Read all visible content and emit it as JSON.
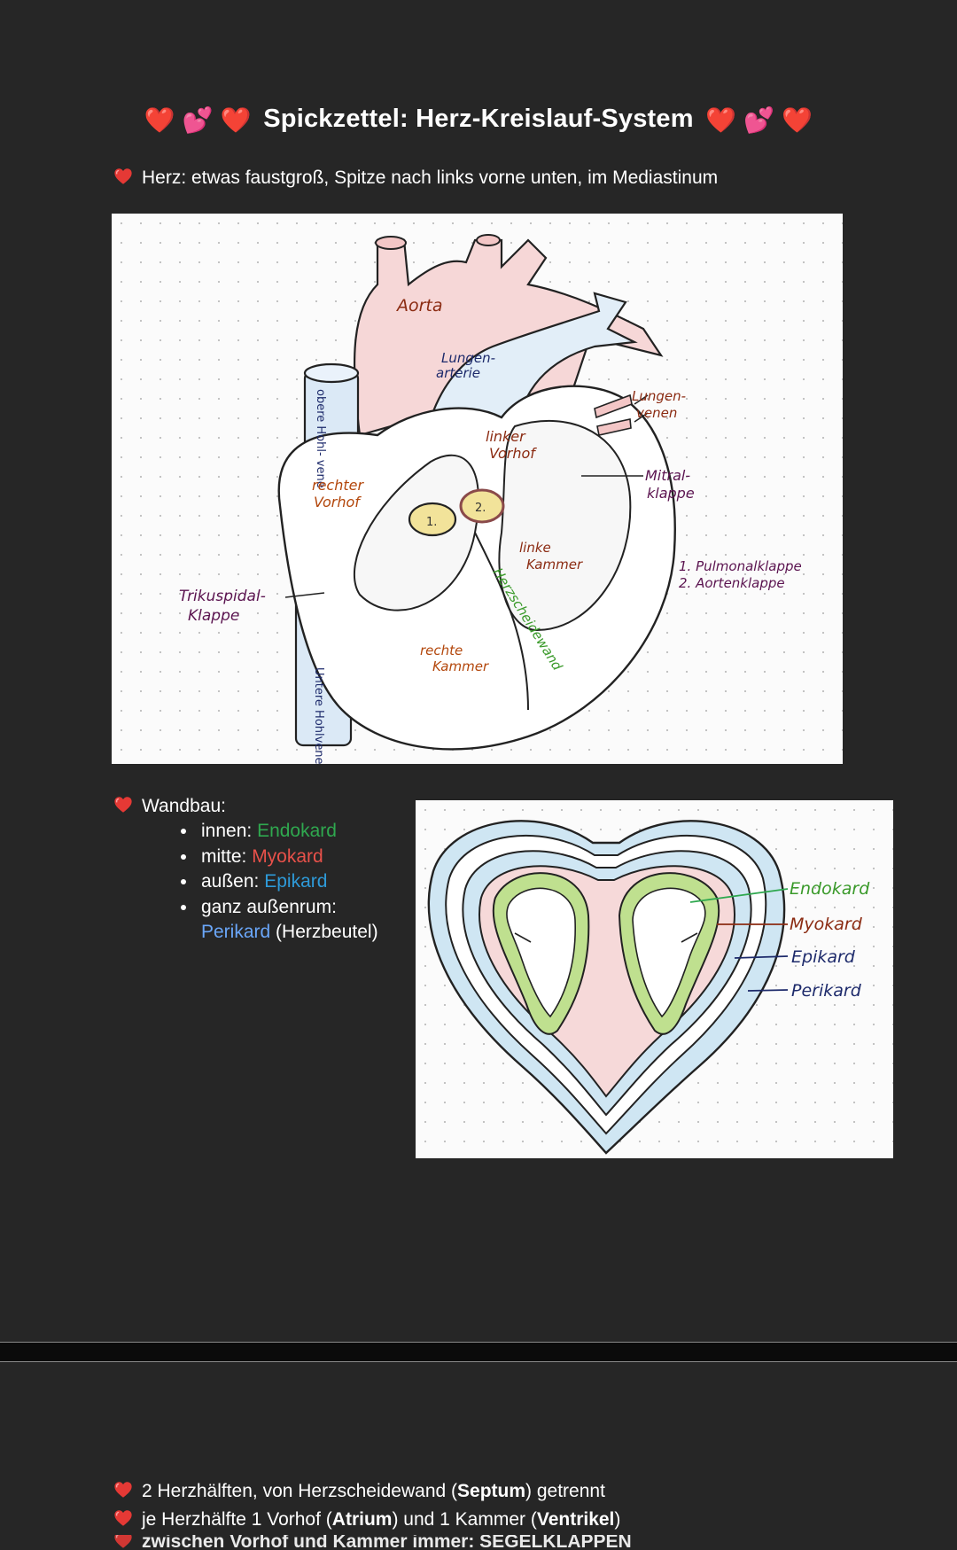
{
  "title": {
    "emoji_left": "❤️ 💕 ❤️",
    "text": "Spickzettel: Herz-Kreislauf-System",
    "emoji_right": "❤️ 💕 ❤️"
  },
  "intro": "Herz: etwas faustgroß, Spitze nach links vorne unten, im Mediastinum",
  "diagram1": {
    "labels": {
      "aorta": "Aorta",
      "lungenarterie_1": "Lungen-",
      "lungenarterie_2": "arterie",
      "obere_hohlvene": "obere Hohl- vene",
      "lungenvenen_1": "Lungen-",
      "lungenvenen_2": "venen",
      "linker_vorhof_1": "linker",
      "linker_vorhof_2": "Vorhof",
      "rechter_vorhof_1": "rechter",
      "rechter_vorhof_2": "Vorhof",
      "mitralklappe_1": "Mitral-",
      "mitralklappe_2": "klappe",
      "linke_kammer_1": "linke",
      "linke_kammer_2": "Kammer",
      "klappen_1": "1. Pulmonalklappe",
      "klappen_2": "2. Aortenklappe",
      "trikuspidal_1": "Trikuspidal-",
      "trikuspidal_2": "Klappe",
      "herzscheidewand": "Herzscheidewand",
      "rechte_kammer_1": "rechte",
      "rechte_kammer_2": "Kammer",
      "untere_hohlvene": "Untere Hohlvene",
      "valve1": "1.",
      "valve2": "2."
    }
  },
  "wandbau": {
    "heading": "Wandbau:",
    "innen_prefix": "innen: ",
    "innen_value": "Endokard",
    "mitte_prefix": "mitte: ",
    "mitte_value": "Myokard",
    "aussen_prefix": "außen: ",
    "aussen_value": "Epikard",
    "ganz_prefix": "ganz außenrum:",
    "ganz_value": "Perikard",
    "ganz_suffix": " (Herzbeutel)"
  },
  "diagram2": {
    "labels": {
      "endokard": "Endokard",
      "myokard": "Myokard",
      "epikard": "Epikard",
      "perikard": "Perikard"
    }
  },
  "page2": {
    "line1_a": "2 Herzhälften, von Herzscheidewand (",
    "line1_b": "Septum",
    "line1_c": ") getrennt",
    "line2_a": "je Herzhälfte 1 Vorhof (",
    "line2_b": "Atrium",
    "line2_c": ") und 1 Kammer (",
    "line2_d": "Ventrikel",
    "line2_e": ")",
    "line3_cut": "zwischen Vorhof und Kammer immer: SEGELKLAPPEN"
  },
  "colors": {
    "background": "#262626",
    "endokard": "#2fa84f",
    "myokard": "#e8514a",
    "epikard": "#2e9ad8",
    "perikard": "#6aa6f8"
  }
}
